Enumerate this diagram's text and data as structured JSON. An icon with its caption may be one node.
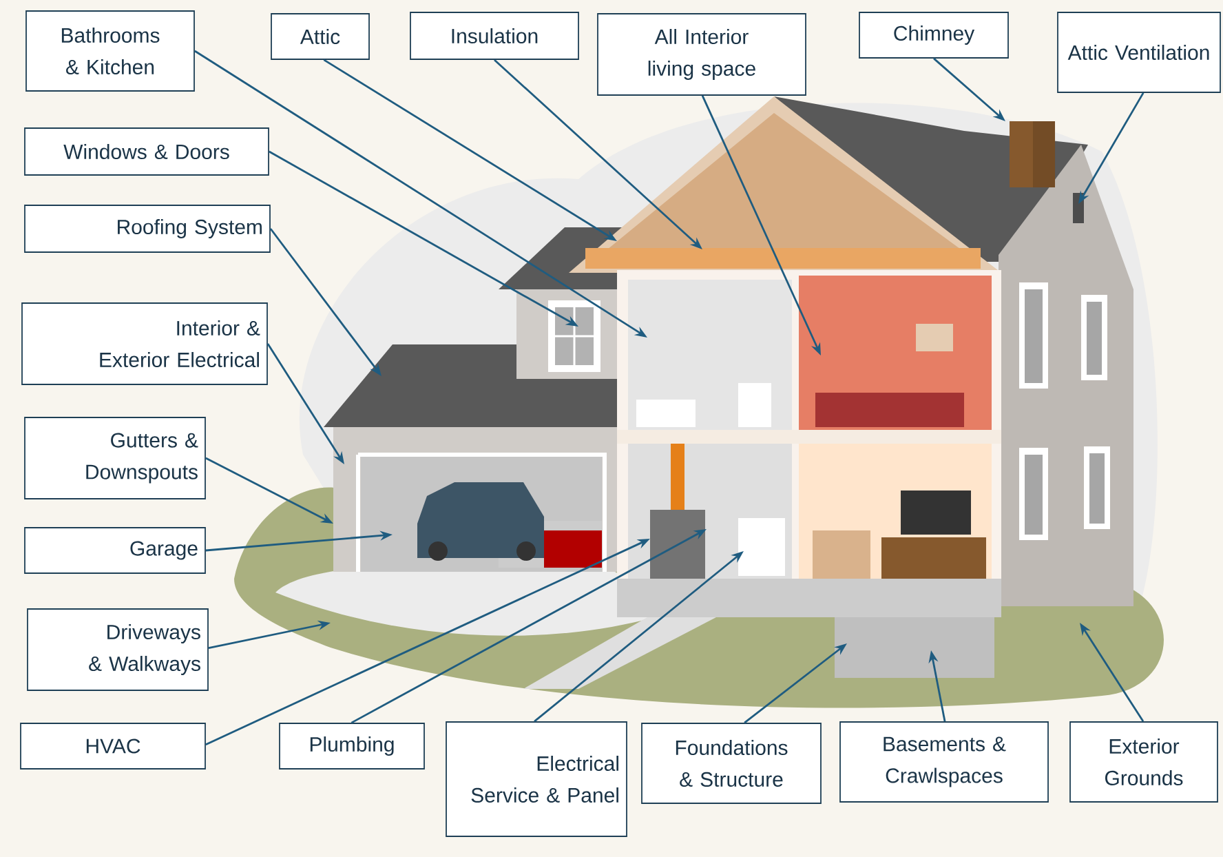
{
  "diagram": {
    "nodes": [
      {
        "text": [
          "Bathrooms & Kitchen"
        ]
      },
      {
        "text": [
          "Attic"
        ]
      },
      {
        "text": [
          "Insulation"
        ]
      },
      {
        "text": [
          "All Interior living space"
        ]
      },
      {
        "text": [
          "Chimney"
        ]
      },
      {
        "text": [
          "Attic Ventilation"
        ]
      },
      {
        "text": [
          "Windows & Doors"
        ]
      },
      {
        "text": [
          "Roofing System"
        ]
      },
      {
        "text": [
          "Interior & Exterior Electrical"
        ]
      },
      {
        "text": [
          "Gutters & Downspouts"
        ]
      },
      {
        "text": [
          "Garage"
        ]
      },
      {
        "text": [
          "Driveways & Walkways"
        ]
      },
      {
        "text": [
          "HVAC"
        ]
      },
      {
        "text": [
          "Plumbing"
        ]
      },
      {
        "text": [
          "Electrical Service & Panel"
        ]
      },
      {
        "text": [
          "Foundations & Structure"
        ]
      },
      {
        "text": [
          "Basements & Crawlspaces"
        ]
      },
      {
        "text": [
          "Exterior Grounds"
        ]
      }
    ],
    "edges": [
      {
        "from": 0,
        "to": null,
        "arrow": "to"
      },
      {
        "from": 1,
        "to": null,
        "arrow": "to"
      },
      {
        "from": 2,
        "to": null,
        "arrow": "to"
      },
      {
        "from": 3,
        "to": null,
        "arrow": "to"
      },
      {
        "from": 4,
        "to": null,
        "arrow": "to"
      },
      {
        "from": 5,
        "to": null,
        "arrow": "to"
      },
      {
        "from": 6,
        "to": null,
        "arrow": "to"
      },
      {
        "from": 7,
        "to": null,
        "arrow": "to"
      },
      {
        "from": 8,
        "to": null,
        "arrow": "to"
      },
      {
        "from": 9,
        "to": null,
        "arrow": "to"
      },
      {
        "from": 10,
        "to": null,
        "arrow": "to"
      },
      {
        "from": 11,
        "to": null,
        "arrow": "to"
      },
      {
        "from": 12,
        "to": null,
        "arrow": "to"
      },
      {
        "from": 13,
        "to": null,
        "arrow": "to"
      },
      {
        "from": 14,
        "to": null,
        "arrow": "to"
      },
      {
        "from": 15,
        "to": null,
        "arrow": "to"
      },
      {
        "from": 16,
        "to": null,
        "arrow": "to"
      },
      {
        "from": 17,
        "to": null,
        "arrow": "to"
      }
    ]
  }
}
